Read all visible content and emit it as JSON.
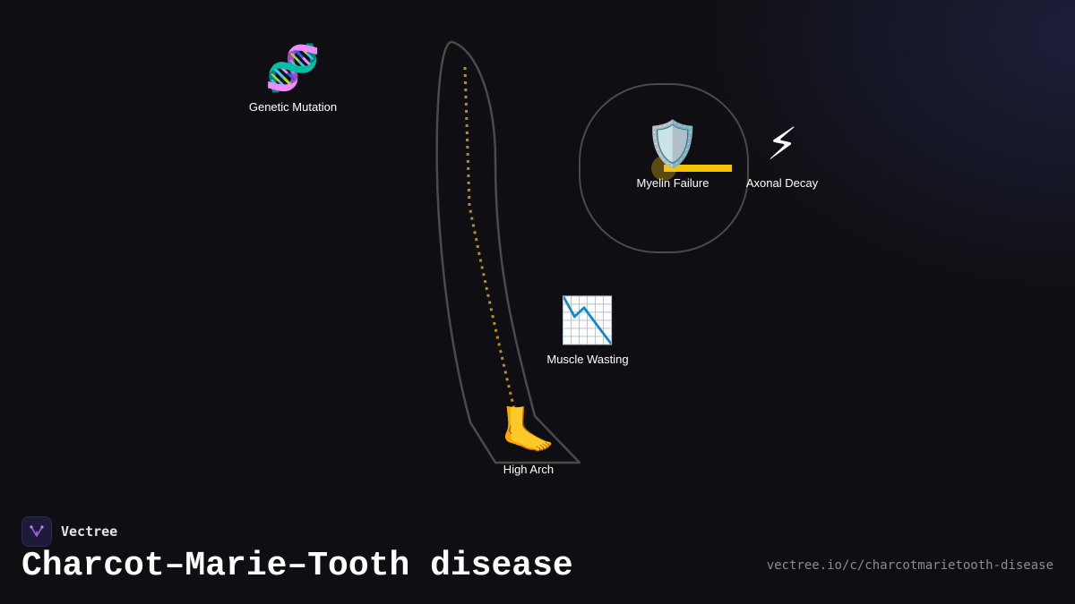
{
  "nodes": {
    "genetic_mutation": {
      "label": "Genetic Mutation",
      "icon": "dna-icon",
      "glyph": "🧬"
    },
    "myelin_failure": {
      "label": "Myelin Failure",
      "icon": "shield-icon",
      "glyph": "🛡️"
    },
    "axonal_decay": {
      "label": "Axonal Decay",
      "icon": "lightning-icon",
      "glyph": "⚡"
    },
    "muscle_wasting": {
      "label": "Muscle Wasting",
      "icon": "chart-decreasing-icon",
      "glyph": "📉"
    },
    "high_arch": {
      "label": "High Arch",
      "icon": "foot-icon",
      "glyph": "🦶"
    }
  },
  "brand": {
    "name": "Vectree",
    "logo_icon": "vectree-logo-icon"
  },
  "title": "Charcot–Marie–Tooth disease",
  "url": "vectree.io/c/charcotmarietooth-disease",
  "colors": {
    "background": "#0f0f13",
    "outline": "#4a4a4a",
    "nerve_dots": "#b8901c",
    "axon_bar": "#f5c400",
    "myelin_dot": "#5a4a10",
    "logo_accent": "#a060e0"
  }
}
